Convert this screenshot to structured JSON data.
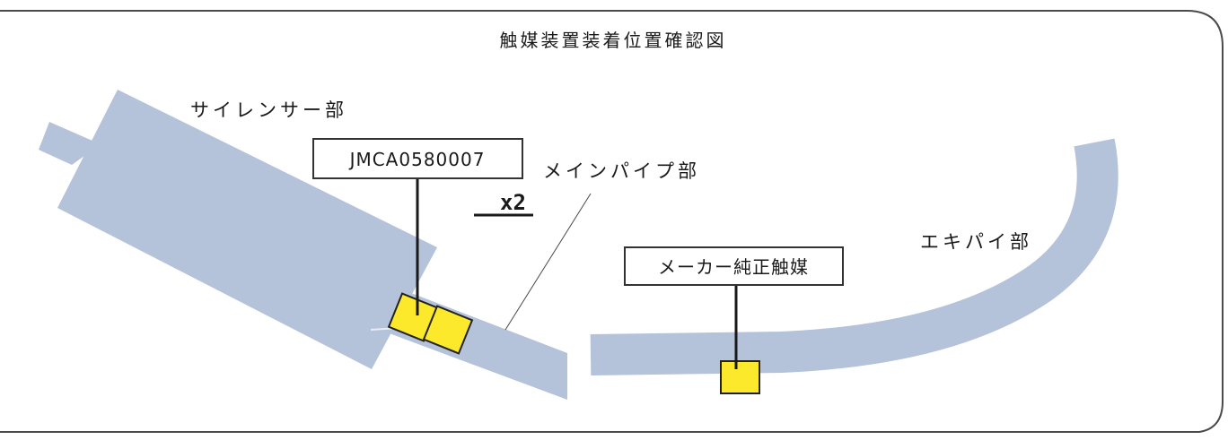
{
  "diagram": {
    "title": "触媒装置装着位置確認図",
    "regions": {
      "silencer": "サイレンサー部",
      "main_pipe": "メインパイプ部",
      "exhaust_pipe": "エキパイ部"
    },
    "installed_catalyst": {
      "label": "JMCA0580007",
      "quantity": "x2"
    },
    "oem_catalyst": {
      "label": "メーカー純正触媒"
    },
    "colors": {
      "pipe": "#b4c2da",
      "catalyst": "#fde92c",
      "border": "#3a3a3a"
    }
  }
}
